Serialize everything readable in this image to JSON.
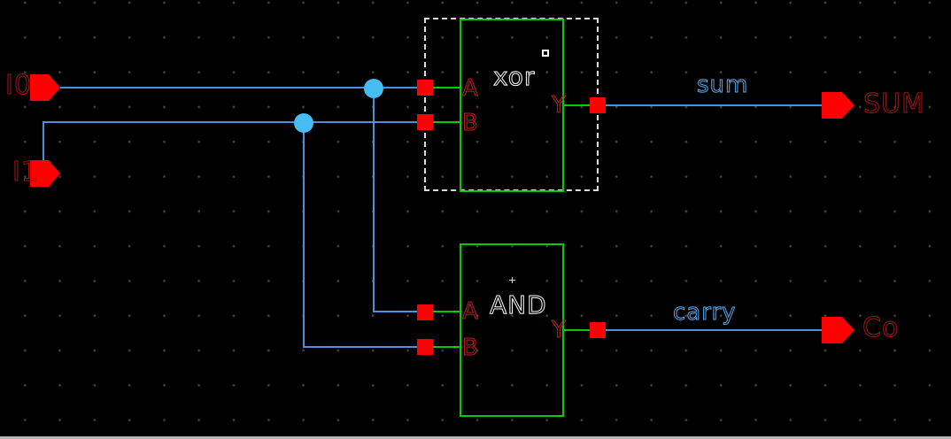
{
  "app": {
    "kind": "schematic-capture-canvas",
    "circuit": "half-adder"
  },
  "colors": {
    "background": "#000000",
    "grid_dot": "#3f3f3f",
    "wire": "#4d8fd9",
    "junction": "#45bdf2",
    "component_outline": "#00cc00",
    "pin_red": "#ff0000",
    "pin_label": "#a81414",
    "port_letter": "#c02222",
    "gate_name": "#ffffff",
    "net_label": "#5fa8e8",
    "selection_dash": "#dcdcdc"
  },
  "input_ports": [
    {
      "label": "I0"
    },
    {
      "label": "I1"
    }
  ],
  "output_ports": [
    {
      "label": "SUM"
    },
    {
      "label": "Co"
    }
  ],
  "gates": [
    {
      "name": "xor",
      "pin_a": "A",
      "pin_b": "B",
      "pin_y": "Y",
      "selected": true
    },
    {
      "name": "AND",
      "pin_a": "A",
      "pin_b": "B",
      "pin_y": "Y",
      "selected": false
    }
  ],
  "net_labels": [
    {
      "text": "sum"
    },
    {
      "text": "carry"
    }
  ]
}
